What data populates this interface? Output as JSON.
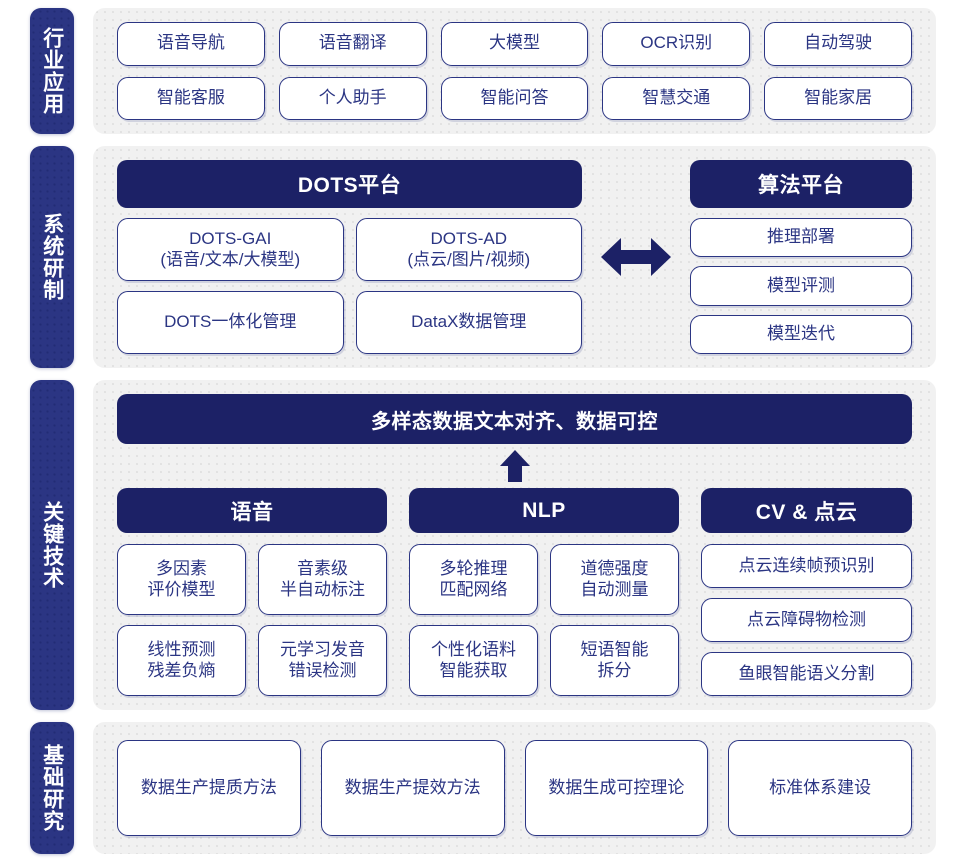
{
  "theme": {
    "navy_bar": "#1c2166",
    "navy_tab": "#2b3583",
    "card_border": "#2b3583",
    "card_text": "#2b3583",
    "panel_bg": "#f1f1f1",
    "page_bg": "#ffffff"
  },
  "rows": {
    "industry": {
      "tab_label": "行业应用",
      "cards": [
        "语音导航",
        "语音翻译",
        "大模型",
        "OCR识别",
        "自动驾驶",
        "智能客服",
        "个人助手",
        "智能问答",
        "智慧交通",
        "智能家居"
      ]
    },
    "system": {
      "tab_label": "系统研制",
      "dots_platform": {
        "title": "DOTS平台",
        "cards": [
          "DOTS-GAI\n(语音/文本/大模型)",
          "DOTS-AD\n(点云/图片/视频)",
          "DOTS一体化管理",
          "DataX数据管理"
        ]
      },
      "connector_icon": "double-arrow-horizontal",
      "algo_platform": {
        "title": "算法平台",
        "cards": [
          "推理部署",
          "模型评测",
          "模型迭代"
        ]
      }
    },
    "key_tech": {
      "tab_label": "关键技术",
      "banner": "多样态数据文本对齐、数据可控",
      "connector_icon": "arrow-up",
      "columns": [
        {
          "title": "语音",
          "cards": [
            "多因素\n评价模型",
            "音素级\n半自动标注",
            "线性预测\n残差负熵",
            "元学习发音\n错误检测"
          ]
        },
        {
          "title": "NLP",
          "cards": [
            "多轮推理\n匹配网络",
            "道德强度\n自动测量",
            "个性化语料\n智能获取",
            "短语智能\n拆分"
          ]
        },
        {
          "title": "CV & 点云",
          "cards": [
            "点云连续帧预识别",
            "点云障碍物检测",
            "鱼眼智能语义分割"
          ]
        }
      ]
    },
    "basic": {
      "tab_label": "基础研究",
      "cards": [
        "数据生产提质方法",
        "数据生产提效方法",
        "数据生成可控理论",
        "标准体系建设"
      ]
    }
  }
}
